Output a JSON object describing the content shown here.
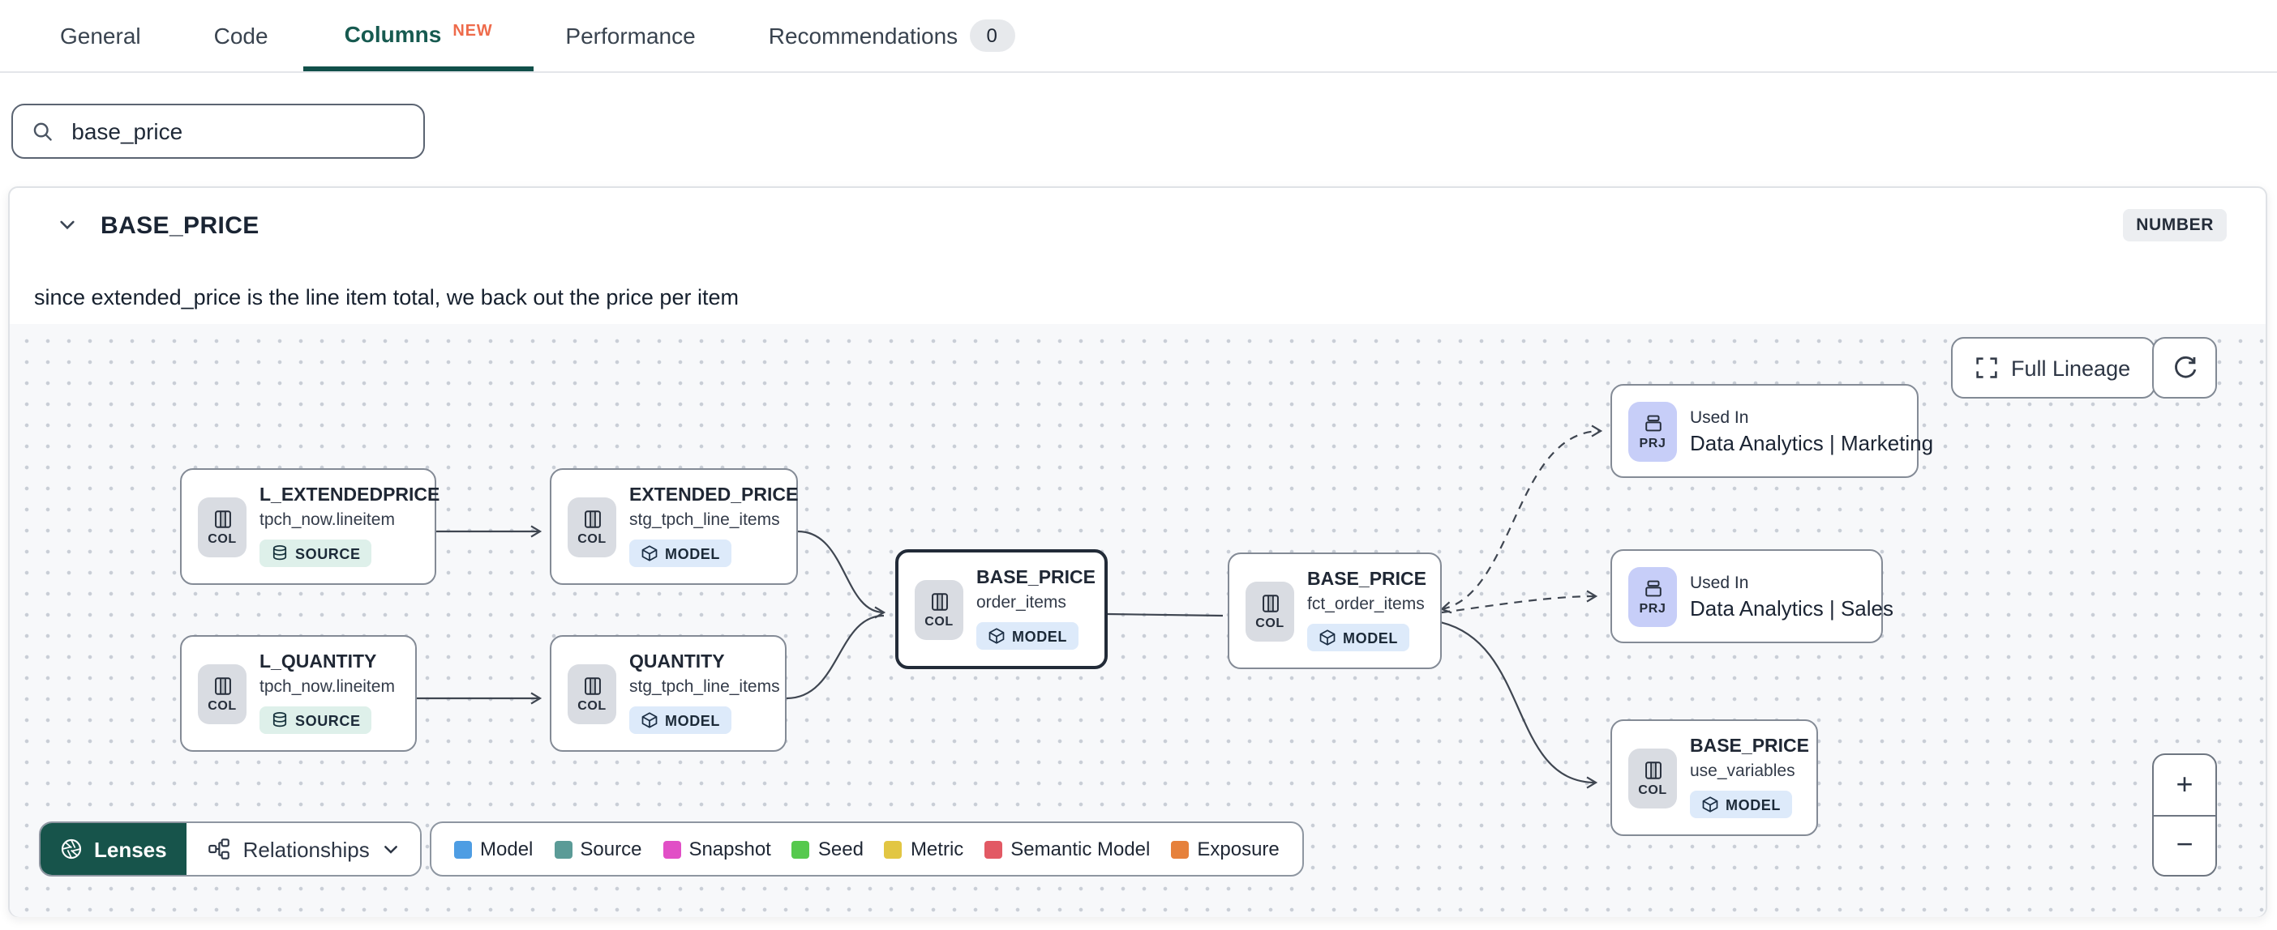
{
  "tabs": {
    "items": [
      {
        "label": "General"
      },
      {
        "label": "Code"
      },
      {
        "label": "Columns",
        "badge": "NEW",
        "active": true
      },
      {
        "label": "Performance"
      },
      {
        "label": "Recommendations",
        "badge": "0"
      }
    ]
  },
  "search": {
    "value": "base_price"
  },
  "column_panel": {
    "name": "BASE_PRICE",
    "type": "NUMBER",
    "description": "since extended_price is the line item total, we back out the price per item"
  },
  "lineage": {
    "nodes": [
      {
        "kind": "COL",
        "title": "L_EXTENDEDPRICE",
        "subtitle": "tpch_now.lineitem",
        "resource": "SOURCE"
      },
      {
        "kind": "COL",
        "title": "L_QUANTITY",
        "subtitle": "tpch_now.lineitem",
        "resource": "SOURCE"
      },
      {
        "kind": "COL",
        "title": "EXTENDED_PRICE",
        "subtitle": "stg_tpch_line_items",
        "resource": "MODEL"
      },
      {
        "kind": "COL",
        "title": "QUANTITY",
        "subtitle": "stg_tpch_line_items",
        "resource": "MODEL"
      },
      {
        "kind": "COL",
        "title": "BASE_PRICE",
        "subtitle": "order_items",
        "resource": "MODEL",
        "selected": true
      },
      {
        "kind": "COL",
        "title": "BASE_PRICE",
        "subtitle": "fct_order_items",
        "resource": "MODEL"
      },
      {
        "kind": "PRJ",
        "label": "Used In",
        "title": "Data Analytics | Marketing"
      },
      {
        "kind": "PRJ",
        "label": "Used In",
        "title": "Data Analytics | Sales"
      },
      {
        "kind": "COL",
        "title": "BASE_PRICE",
        "subtitle": "use_variables",
        "resource": "MODEL"
      }
    ],
    "edges": [
      {
        "from": "L_EXTENDEDPRICE",
        "to": "EXTENDED_PRICE",
        "style": "solid"
      },
      {
        "from": "L_QUANTITY",
        "to": "QUANTITY",
        "style": "solid"
      },
      {
        "from": "EXTENDED_PRICE",
        "to": "BASE_PRICE.order_items",
        "style": "solid"
      },
      {
        "from": "QUANTITY",
        "to": "BASE_PRICE.order_items",
        "style": "solid"
      },
      {
        "from": "BASE_PRICE.order_items",
        "to": "BASE_PRICE.fct_order_items",
        "style": "solid"
      },
      {
        "from": "BASE_PRICE.fct_order_items",
        "to": "Data Analytics | Marketing",
        "style": "dashed"
      },
      {
        "from": "BASE_PRICE.fct_order_items",
        "to": "Data Analytics | Sales",
        "style": "dashed"
      },
      {
        "from": "BASE_PRICE.fct_order_items",
        "to": "BASE_PRICE.use_variables",
        "style": "solid"
      }
    ],
    "controls": {
      "full_lineage": "Full Lineage",
      "zoom_in": "+",
      "zoom_out": "−"
    },
    "toolbar": {
      "lenses": "Lenses",
      "relationships": "Relationships"
    },
    "legend": [
      {
        "label": "Model",
        "color": "#4e9de3"
      },
      {
        "label": "Source",
        "color": "#5b9b97"
      },
      {
        "label": "Snapshot",
        "color": "#e14fc6"
      },
      {
        "label": "Seed",
        "color": "#56c94e"
      },
      {
        "label": "Metric",
        "color": "#e2c643"
      },
      {
        "label": "Semantic Model",
        "color": "#e25964"
      },
      {
        "label": "Exposure",
        "color": "#e6813c"
      }
    ],
    "colors": {
      "accent_teal": "#17544b",
      "canvas_bg": "#f7f8fa",
      "model_badge_bg": "#ddeafa",
      "source_badge_bg": "#def0ea",
      "prj_chip_bg": "#c7cef8"
    }
  }
}
